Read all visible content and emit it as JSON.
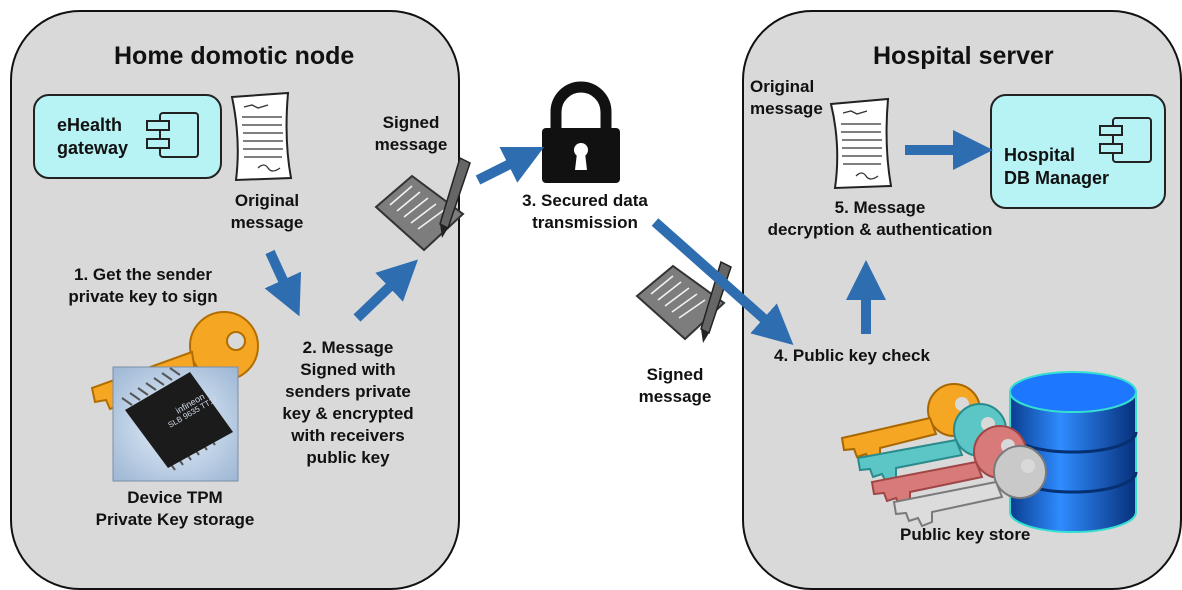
{
  "home_node": {
    "title": "Home domotic node",
    "ehealth": {
      "line1": "eHealth",
      "line2": "gateway"
    },
    "original_message": {
      "line1": "Original",
      "line2": "message"
    },
    "signed_message": {
      "line1": "Signed",
      "line2": "message"
    },
    "step1": {
      "line1": "1. Get the sender",
      "line2": "private key to sign"
    },
    "step2": [
      "2. Message",
      "Signed with",
      "senders private",
      "key & encrypted",
      "with receivers",
      "public key"
    ],
    "tpm": {
      "line1": "Device TPM",
      "line2": "Private Key storage"
    },
    "chip_text": {
      "line1": "infineon",
      "line2": "SLB 9635 TT12"
    }
  },
  "transmission": {
    "step3": {
      "line1": "3. Secured data",
      "line2": "transmission"
    },
    "signed_message": {
      "line1": "Signed",
      "line2": "message"
    }
  },
  "hospital": {
    "title": "Hospital server",
    "original_message": {
      "line1": "Original",
      "line2": "message"
    },
    "db_manager": {
      "line1": "Hospital",
      "line2": "DB Manager"
    },
    "step5": {
      "line1": "5. Message",
      "line2": "decryption & authentication"
    },
    "step4": "4. Public key check",
    "key_store": "Public key store"
  },
  "colors": {
    "panel": "#d9d9d9",
    "component": "#b7f2f5",
    "arrow": "#2e6db0",
    "key_orange": "#f5a623",
    "key_teal": "#5cc6c7",
    "key_red": "#d97a7a",
    "key_silver": "#c9c9c9",
    "db_blue": "#0a59c8"
  }
}
